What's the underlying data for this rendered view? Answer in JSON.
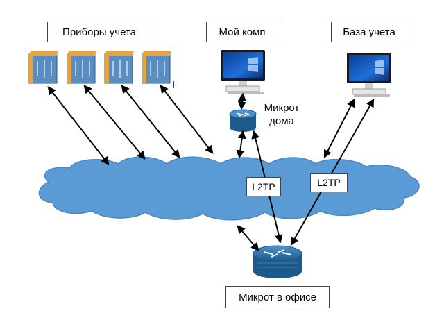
{
  "labels": {
    "meters": "Приборы учета",
    "my_pc": "Мой комп",
    "database": "База учета",
    "home_router_line1": "Микрот",
    "home_router_line2": "дома",
    "office_router": "Микрот в офисе",
    "tunnel_left": "L2TP",
    "tunnel_right": "L2TP",
    "stray_mark": "I"
  },
  "colors": {
    "cloud": "#5b9bd5",
    "cloud_edge": "#4a86bf",
    "arrow": "#000000",
    "router_blue": "#2e6fa6",
    "device_blue": "#5a8dc0",
    "device_orange": "#e8a33a"
  },
  "icons": {
    "meter": "meter-device-icon",
    "pc": "desktop-computer-icon",
    "router": "router-icon"
  }
}
